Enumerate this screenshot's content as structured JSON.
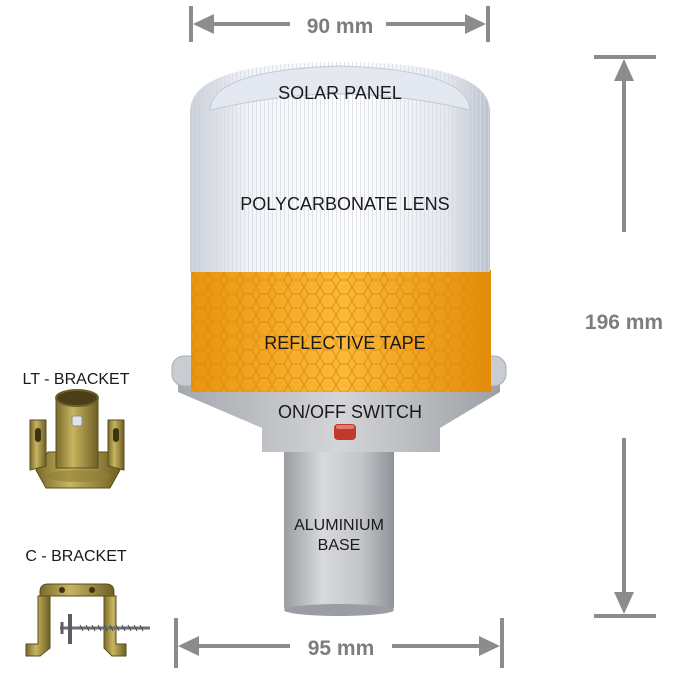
{
  "dimensions": {
    "top_width": "90 mm",
    "height": "196 mm",
    "bottom_width": "95 mm"
  },
  "parts": {
    "solar_panel": "SOLAR PANEL",
    "lens": "POLYCARBONATE LENS",
    "tape": "REFLECTIVE TAPE",
    "switch": "ON/OFF SWITCH",
    "base_line1": "ALUMINIUM",
    "base_line2": "BASE"
  },
  "brackets": {
    "lt": "LT - BRACKET",
    "c": "C - BRACKET"
  },
  "colors": {
    "dimension_arrow": "#8c8c8c",
    "tape": "#f5a623",
    "lens": "#eef1f6",
    "base": "#b9bcc1",
    "switch": "#c0392b"
  }
}
